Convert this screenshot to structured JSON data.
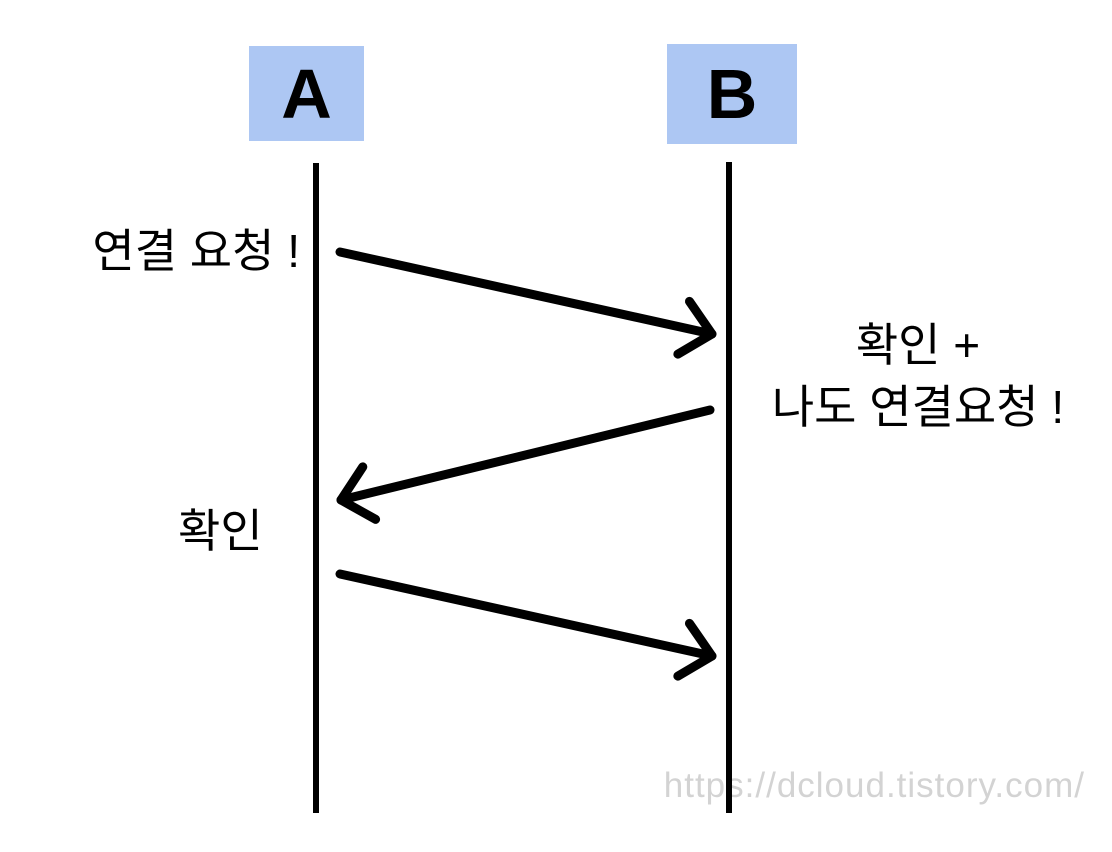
{
  "diagram": {
    "type": "sequence-diagram",
    "nodes": [
      {
        "id": "A",
        "label": "A"
      },
      {
        "id": "B",
        "label": "B"
      }
    ],
    "messages": [
      {
        "from": "A",
        "to": "B",
        "label": "연결 요청 !"
      },
      {
        "from": "B",
        "to": "A",
        "label_line1": "확인 +",
        "label_line2": "나도 연결요청 !"
      },
      {
        "from": "A",
        "to": "B",
        "label": "확인"
      }
    ],
    "icons": [
      {
        "name": "arrow-right-icon"
      },
      {
        "name": "arrow-left-icon"
      },
      {
        "name": "arrow-right-icon"
      }
    ]
  },
  "watermark": {
    "text": "https://dcloud.tistory.com/"
  },
  "colors": {
    "background": "#ffffff",
    "node_fill": "#adc7f3",
    "line": "#000000",
    "text": "#000000",
    "watermark_text": "#d3d3d3"
  }
}
